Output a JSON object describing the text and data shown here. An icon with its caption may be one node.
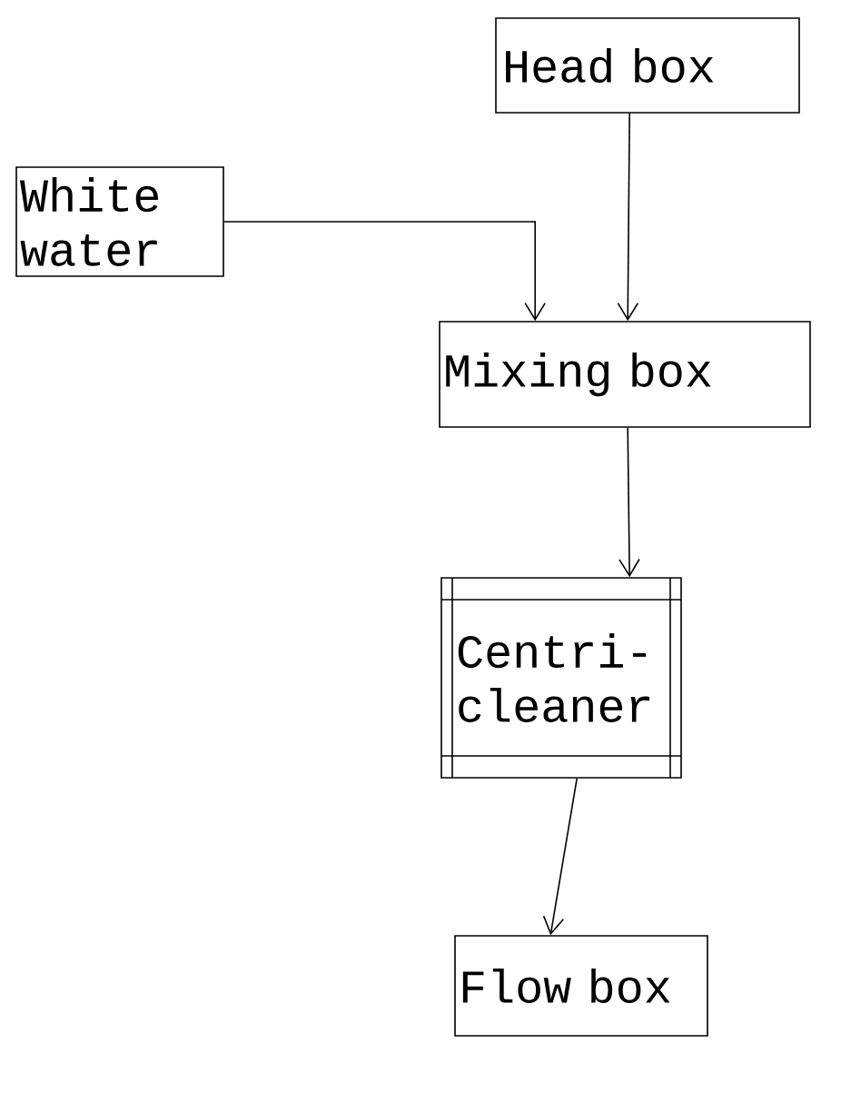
{
  "diagram": {
    "nodes": [
      {
        "text": [
          "Head box"
        ]
      },
      {
        "text": [
          "White water"
        ]
      },
      {
        "text": [
          "Mixing box"
        ]
      },
      {
        "text": [
          "Centri- cleaner"
        ]
      },
      {
        "text": [
          "Flow box"
        ]
      }
    ],
    "edges": [
      {
        "from": 0,
        "to": 2,
        "arrow": "to"
      },
      {
        "from": 1,
        "to": 2,
        "arrow": "to"
      },
      {
        "from": 2,
        "to": 3,
        "arrow": "to"
      },
      {
        "from": 3,
        "to": 4,
        "arrow": "to"
      }
    ]
  }
}
